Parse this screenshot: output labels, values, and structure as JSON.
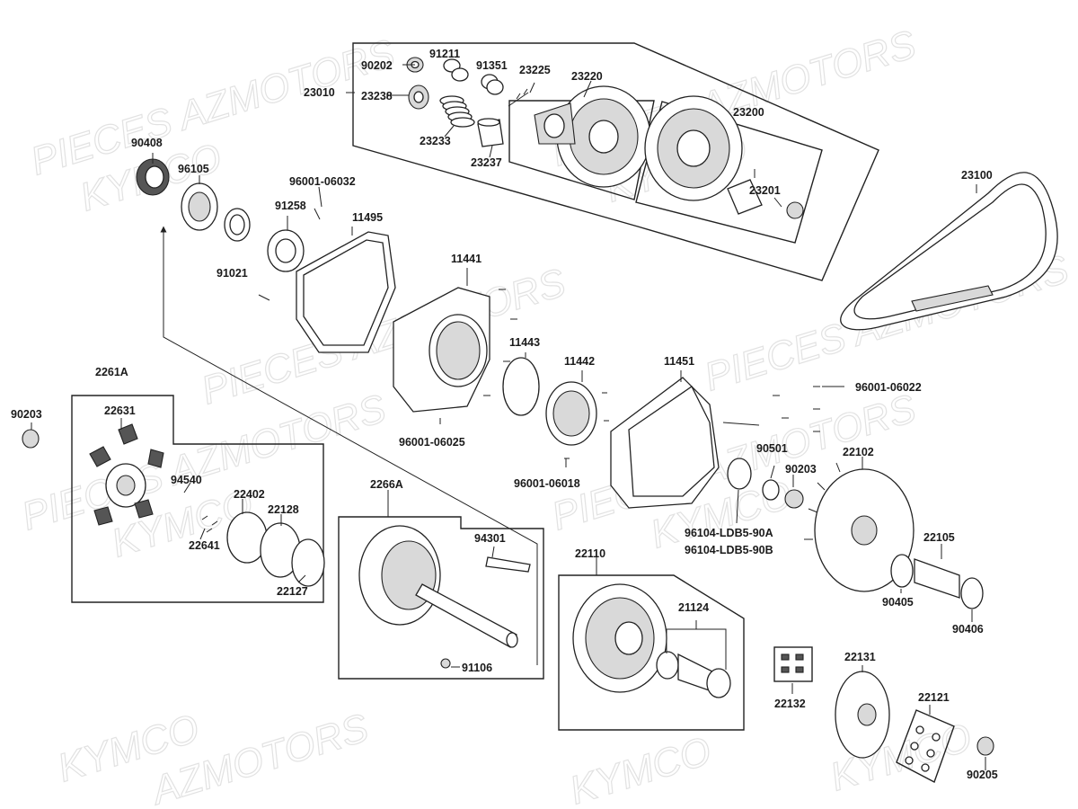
{
  "watermarks": [
    "PIECES AZMOTORS",
    "KYMCO",
    "PIECES AZMOTORS",
    "KYMCO",
    "PIECES AZMOTORS",
    "KYMCO",
    "PIECES AZMOTORS",
    "KYMCO",
    "AZMOTORS",
    "KYMCO",
    "PIECES AZMOTORS",
    "KYMCO",
    "PIECES AZMOTORS",
    "KYMCO"
  ],
  "labels": {
    "p90202": "90202",
    "p91211": "91211",
    "p91351": "91351",
    "p23225": "23225",
    "p23220": "23220",
    "p23010": "23010",
    "p23238": "23238",
    "p23233": "23233",
    "p23237": "23237",
    "p23200": "23200",
    "p23201": "23201",
    "p90408": "90408",
    "p96105": "96105",
    "p96001_06032": "96001-06032",
    "p91258": "91258",
    "p11495": "11495",
    "p91021": "91021",
    "p11441": "11441",
    "p11443": "11443",
    "p11442": "11442",
    "p11451": "11451",
    "p96001_06022": "96001-06022",
    "p23100": "23100",
    "p96001_06025": "96001-06025",
    "p96001_06018": "96001-06018",
    "p2261A": "2261A",
    "p22631": "22631",
    "p90203a": "90203",
    "p94540": "94540",
    "p22402": "22402",
    "p22128": "22128",
    "p22641": "22641",
    "p22127": "22127",
    "p2266A": "2266A",
    "p94301": "94301",
    "p91106": "91106",
    "p90501": "90501",
    "p90203b": "90203",
    "p22102": "22102",
    "p96104_a": "96104-LDB5-90A",
    "p96104_b": "96104-LDB5-90B",
    "p22105": "22105",
    "p22110": "22110",
    "p21124": "21124",
    "p90405": "90405",
    "p90406": "90406",
    "p22131": "22131",
    "p22132": "22132",
    "p22121": "22121",
    "p90205": "90205"
  }
}
